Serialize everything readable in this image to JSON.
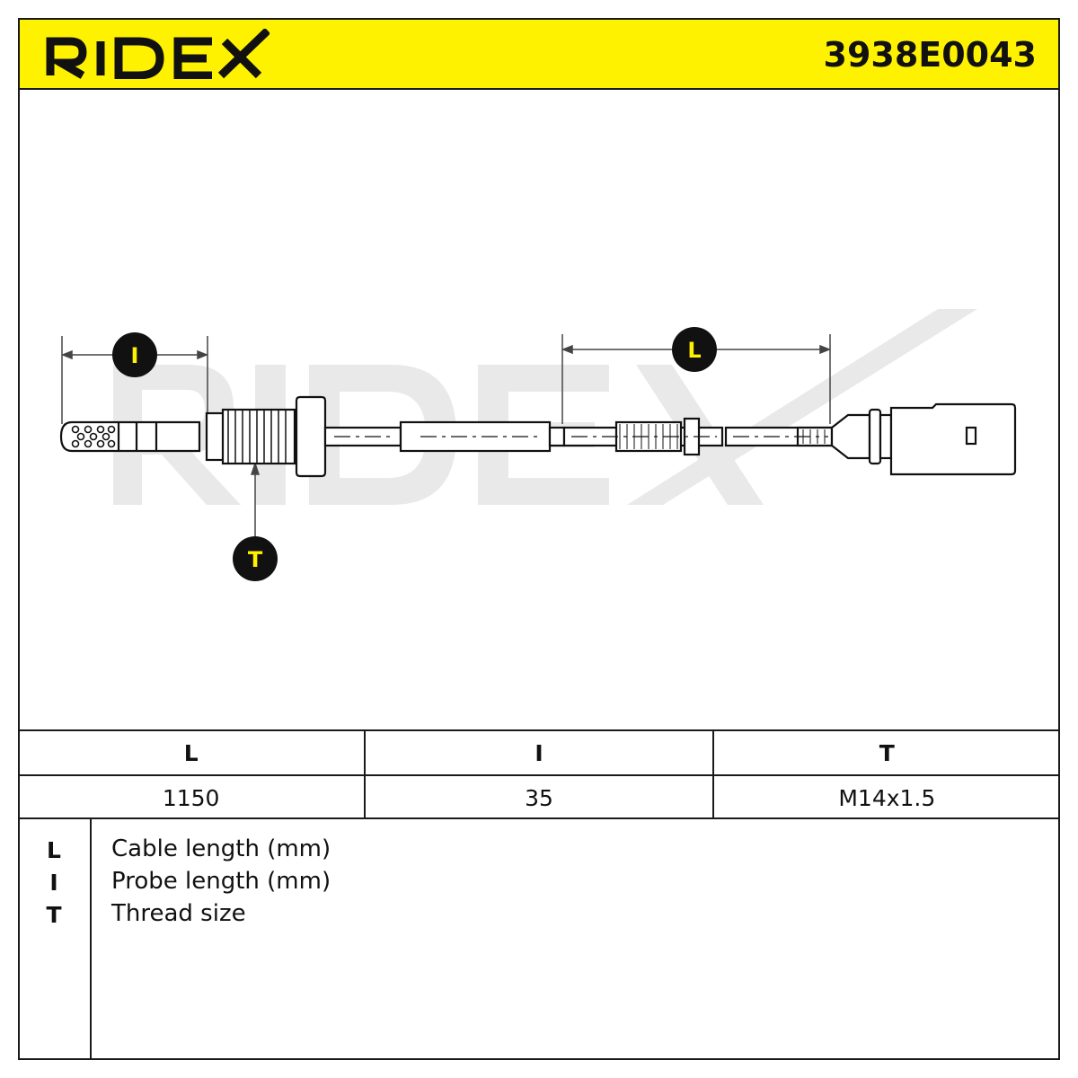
{
  "header": {
    "brand": "RIDEX",
    "part_number": "3938E0043",
    "accent_color": "#fff200"
  },
  "watermark": "RIDEX",
  "diagram": {
    "markers": [
      {
        "key": "I",
        "label": "I"
      },
      {
        "key": "L",
        "label": "L"
      },
      {
        "key": "T",
        "label": "T"
      }
    ],
    "marker_fill": "#111111",
    "marker_text_color": "#fff200"
  },
  "spec_table": {
    "headers": [
      "L",
      "I",
      "T"
    ],
    "values": [
      "1150",
      "35",
      "M14x1.5"
    ]
  },
  "legend": [
    {
      "key": "L",
      "text": "Cable length (mm)"
    },
    {
      "key": "I",
      "text": "Probe length (mm)"
    },
    {
      "key": "T",
      "text": "Thread size"
    }
  ]
}
